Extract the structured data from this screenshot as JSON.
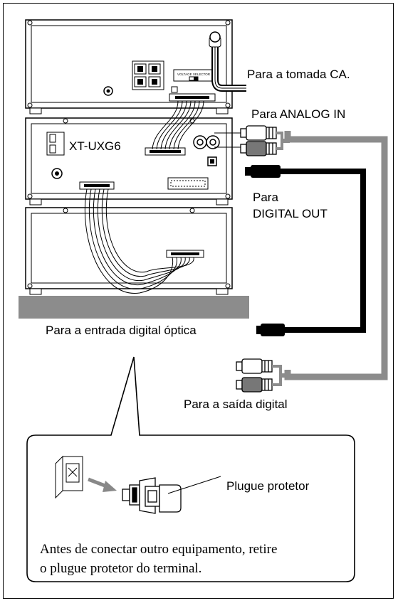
{
  "labels": {
    "ac_outlet": "Para a tomada CA.",
    "analog_in": "Para ANALOG IN",
    "model": "XT-UXG6",
    "voltage_selector": "VOLTAGE SELECTOR",
    "digital_out_line1": "Para",
    "digital_out_line2": "DIGITAL OUT",
    "optical_input": "Para a entrada digital óptica",
    "digital_output": "Para a saída digital",
    "protective_plug": "Plugue protetor",
    "note_line1": "Antes de conectar outro equipamento, retire",
    "note_line2": "o plugue protetor do terminal."
  },
  "colors": {
    "analog_cable": "#8c8c8c",
    "optical_cable": "#000000",
    "shelf": "#8c8c8c",
    "plug_gray": "#777777"
  }
}
